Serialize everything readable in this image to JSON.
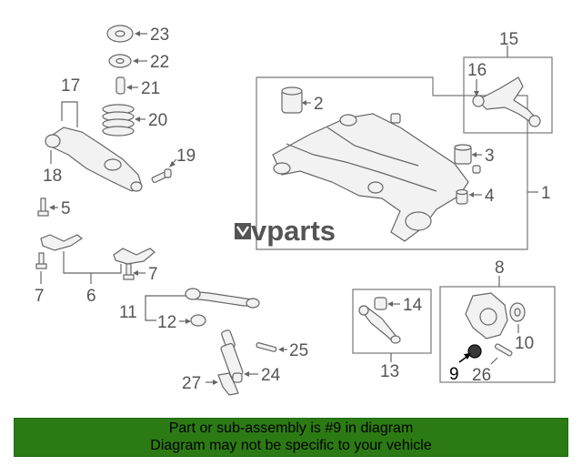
{
  "watermark": "vparts",
  "callouts": {
    "n1": "1",
    "n2": "2",
    "n3": "3",
    "n4": "4",
    "n5": "5",
    "n6": "6",
    "n7a": "7",
    "n7b": "7",
    "n8": "8",
    "n9": "9",
    "n10": "10",
    "n11": "11",
    "n12": "12",
    "n13": "13",
    "n14": "14",
    "n15": "15",
    "n16": "16",
    "n17": "17",
    "n18": "18",
    "n19": "19",
    "n20": "20",
    "n21": "21",
    "n22": "22",
    "n23": "23",
    "n24": "24",
    "n25": "25",
    "n26": "26",
    "n27": "27"
  },
  "highlighted_part": "9",
  "banner": {
    "line1": "Part or sub-assembly is #9 in diagram",
    "line2": "Diagram may not be specific to your vehicle",
    "color": "#2c7a14"
  }
}
